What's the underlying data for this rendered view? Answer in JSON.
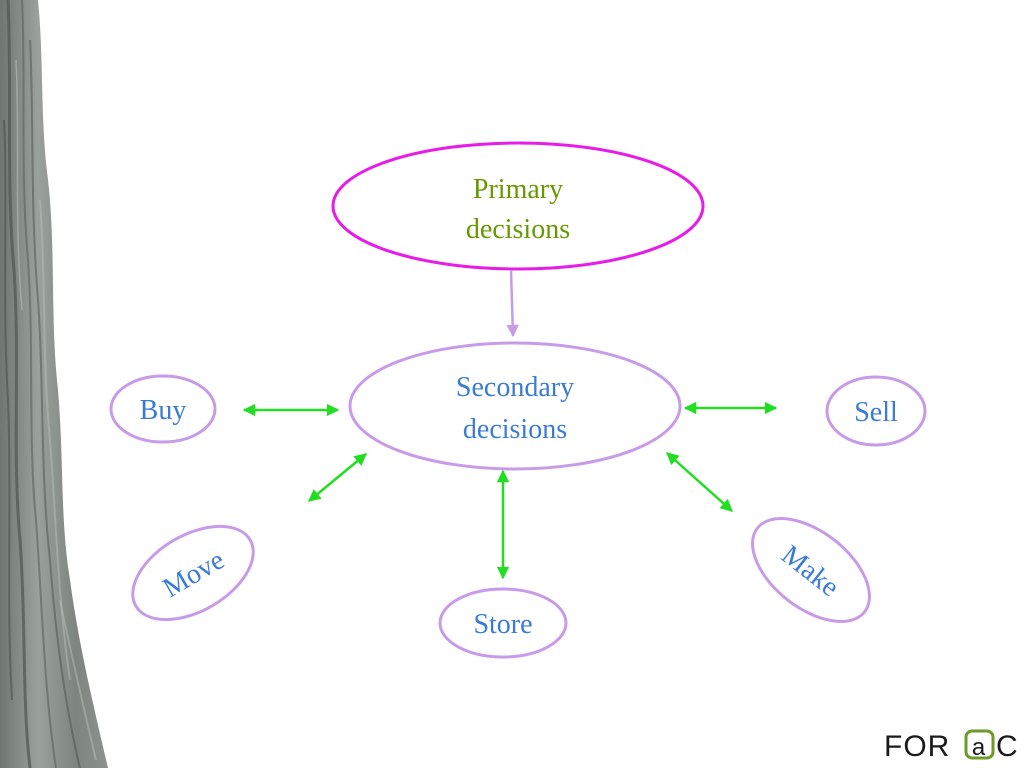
{
  "nodes": {
    "primary": {
      "line1": "Primary",
      "line2": "decisions"
    },
    "secondary": {
      "line1": "Secondary",
      "line2": "decisions"
    },
    "buy": "Buy",
    "sell": "Sell",
    "move": "Move",
    "store": "Store",
    "make": "Make"
  },
  "logo": {
    "part1": "FOR",
    "part2": "a",
    "part3": "C"
  },
  "colors": {
    "primary_border": "#e81ce8",
    "primary_text": "#669900",
    "secondary_border": "#c89be8",
    "node_text": "#3a7bd5",
    "arrow_green": "#22dd22",
    "connector": "#c89be8"
  }
}
